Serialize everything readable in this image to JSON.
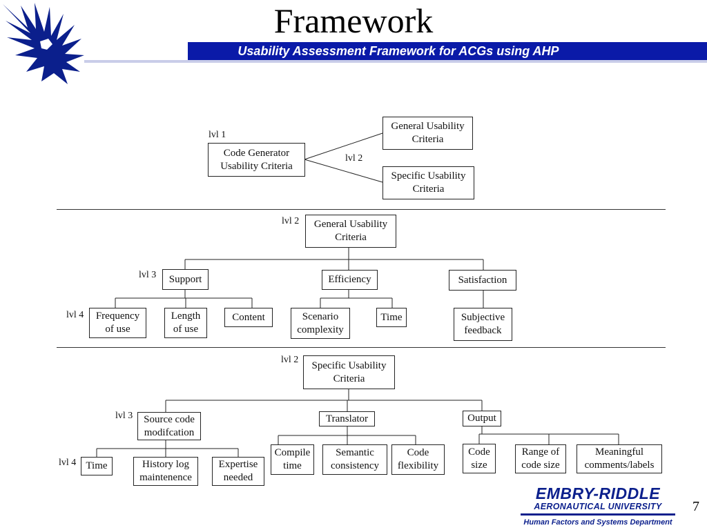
{
  "slide": {
    "title": "Framework",
    "subtitle": "Usability Assessment Framework for ACGs using AHP",
    "page_number": "7"
  },
  "footer": {
    "university_name": "EMBRY-RIDDLE",
    "university_sub": "AERONAUTICAL UNIVERSITY",
    "department": "Human Factors and Systems Department"
  },
  "colors": {
    "subtitle_bar": "#0a1aa8",
    "logo_blue": "#0b1f8c"
  },
  "top_section": {
    "lvl1_label": "lvl 1",
    "lvl2_label": "lvl 2",
    "root": [
      "Code Generator",
      "Usability Criteria"
    ],
    "general": [
      "General Usability",
      "Criteria"
    ],
    "specific": [
      "Specific Usability",
      "Criteria"
    ]
  },
  "general_section": {
    "lvl2_label": "lvl 2",
    "lvl3_label": "lvl 3",
    "lvl4_label": "lvl 4",
    "root": [
      "General Usability",
      "Criteria"
    ],
    "support": "Support",
    "efficiency": "Efficiency",
    "satisfaction": "Satisfaction",
    "frequency": [
      "Frequency",
      "of use"
    ],
    "length": [
      "Length",
      "of use"
    ],
    "content": "Content",
    "scenario": [
      "Scenario",
      "complexity"
    ],
    "time": "Time",
    "subjective": [
      "Subjective",
      "feedback"
    ]
  },
  "specific_section": {
    "lvl2_label": "lvl 2",
    "lvl3_label": "lvl 3",
    "lvl4_label": "lvl 4",
    "root": [
      "Specific Usability",
      "Criteria"
    ],
    "source_code": [
      "Source code",
      "modifcation"
    ],
    "translator": "Translator",
    "output": "Output",
    "time": "Time",
    "history": [
      "History log",
      "maintenence"
    ],
    "expertise": [
      "Expertise",
      "needed"
    ],
    "compile": [
      "Compile",
      "time"
    ],
    "semantic": [
      "Semantic",
      "consistency"
    ],
    "code_flex": [
      "Code",
      "flexibility"
    ],
    "code_size": [
      "Code",
      "size"
    ],
    "range": [
      "Range of",
      "code size"
    ],
    "meaningful": [
      "Meaningful",
      "comments/labels"
    ]
  }
}
